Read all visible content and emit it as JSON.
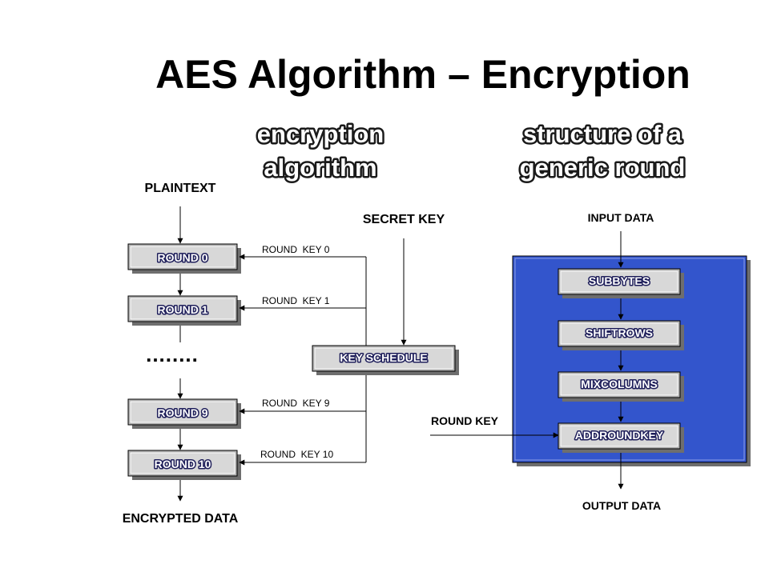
{
  "title": "AES Algorithm – Encryption",
  "left_heading": {
    "line1": "encryption",
    "line2": "algorithm"
  },
  "right_heading": {
    "line1": "structure of a",
    "line2": "generic round"
  },
  "encryption": {
    "plaintext": "PLAINTEXT",
    "secret_key": "SECRET KEY",
    "rounds": [
      "ROUND 0",
      "ROUND 1",
      "ROUND 9",
      "ROUND 10"
    ],
    "ellipsis": "........",
    "round_keys": [
      "ROUND  KEY 0",
      "ROUND  KEY 1",
      "ROUND  KEY 9",
      "ROUND  KEY 10"
    ],
    "key_schedule": "KEY SCHEDULE",
    "encrypted": "ENCRYPTED DATA"
  },
  "round_structure": {
    "input": "INPUT DATA",
    "steps": [
      "SUBBYTES",
      "SHIFTROWS",
      "MIXCOLUMNS",
      "ADDROUNDKEY"
    ],
    "round_key": "ROUND KEY",
    "output": "OUTPUT DATA"
  },
  "colors": {
    "panel": "#3355cc",
    "box_light": "#d8d8d8",
    "box_mid": "#b0b0b0",
    "box_dark": "#6e6e6e"
  }
}
